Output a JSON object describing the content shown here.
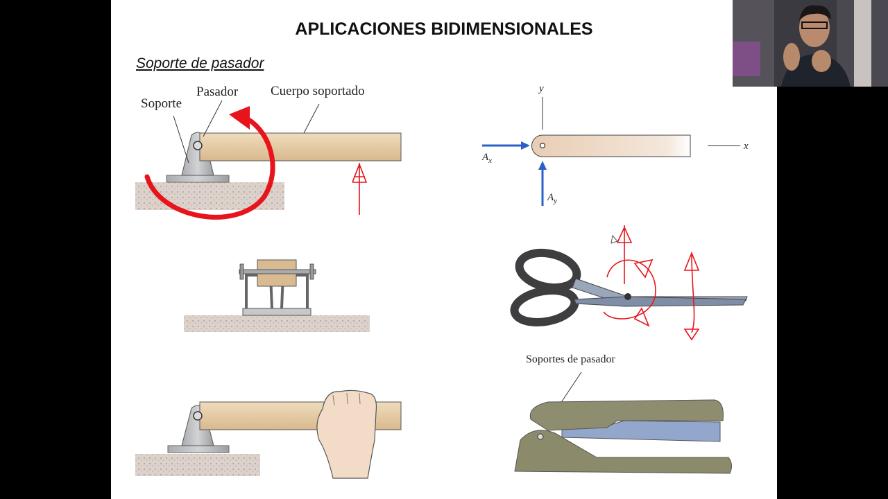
{
  "slide": {
    "title": "APLICACIONES BIDIMENSIONALES",
    "subtitle": "Soporte de pasador"
  },
  "figure_pin": {
    "label_support": "Soporte",
    "label_pin": "Pasador",
    "label_body": "Cuerpo soportado"
  },
  "figure_fbd": {
    "axis_y": "y",
    "axis_x": "x",
    "force_x": "A",
    "force_x_sub": "x",
    "force_y": "A",
    "force_y_sub": "y"
  },
  "figure_tools": {
    "label": "Soportes de pasador"
  },
  "colors": {
    "annotation_red": "#e8141c",
    "force_blue": "#2a62c4",
    "wood": "#e3c9a2",
    "metal": "#b9babc",
    "ground": "#d8cfc8"
  }
}
